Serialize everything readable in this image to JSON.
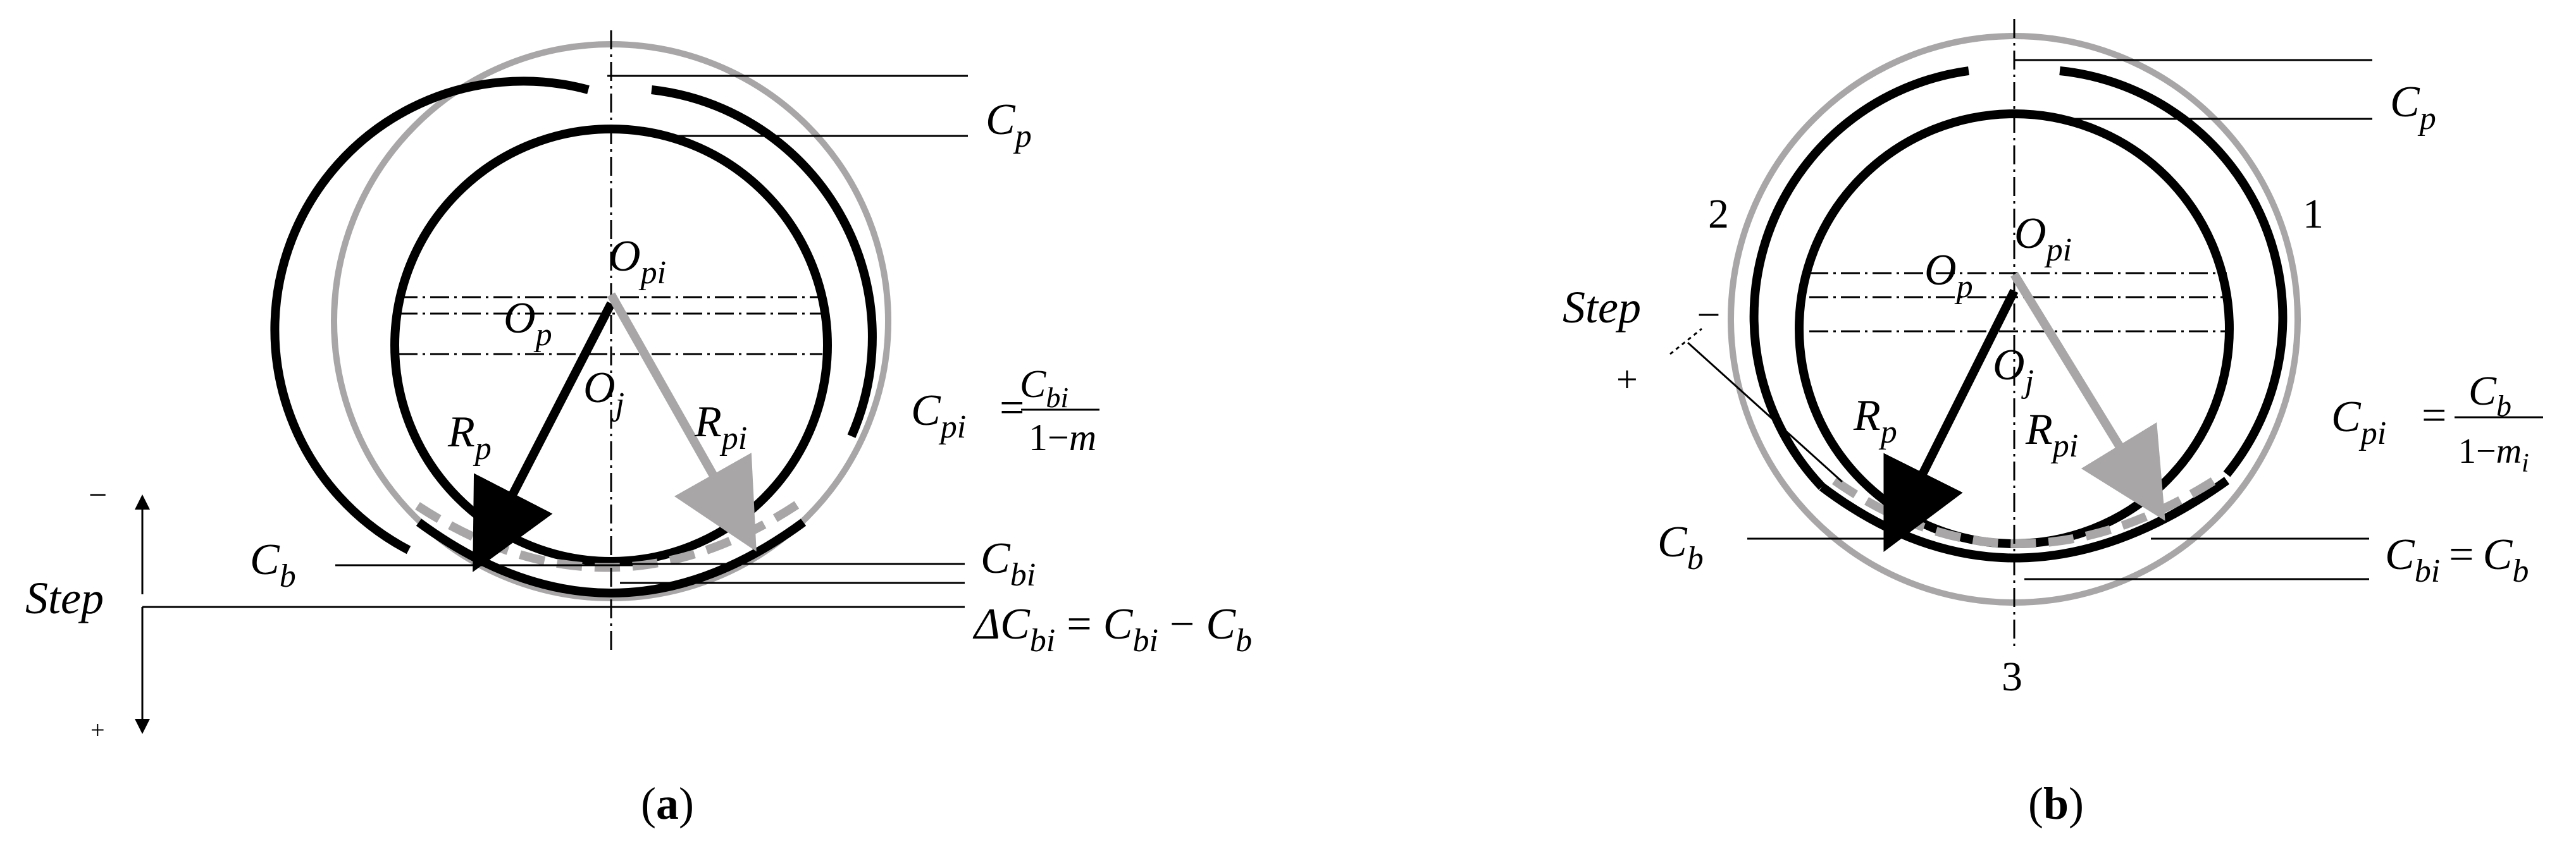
{
  "colors": {
    "black": "#000000",
    "gray": "#a8a6a6",
    "thin": "#222222"
  },
  "panel_a": {
    "caption_open": "(",
    "caption_letter": "a",
    "caption_close": ")",
    "cp": {
      "base": "C",
      "sub": "p"
    },
    "opi": {
      "base": "O",
      "sub": "pi"
    },
    "op": {
      "base": "O",
      "sub": "p"
    },
    "oj": {
      "base": "O",
      "sub": "j"
    },
    "rp": {
      "base": "R",
      "sub": "p"
    },
    "rpi": {
      "base": "R",
      "sub": "pi"
    },
    "cpi_formula": {
      "lhs_base": "C",
      "lhs_sub": "pi",
      "eq": "=",
      "num_base": "C",
      "num_sub": "bi",
      "den_one": "1",
      "den_minus": "−",
      "den_m": "m"
    },
    "cb": {
      "base": "C",
      "sub": "b"
    },
    "cbi": {
      "base": "C",
      "sub": "bi"
    },
    "delta_formula": {
      "delta": "Δ",
      "base1": "C",
      "sub1": "bi",
      "eq": "=",
      "base2": "C",
      "sub2": "bi",
      "minus": "−",
      "base3": "C",
      "sub3": "b"
    },
    "step": "Step",
    "minus": "−",
    "plus": "+"
  },
  "panel_b": {
    "caption_open": "(",
    "caption_letter": "b",
    "caption_close": ")",
    "cp": {
      "base": "C",
      "sub": "p"
    },
    "opi": {
      "base": "O",
      "sub": "pi"
    },
    "op": {
      "base": "O",
      "sub": "p"
    },
    "oj": {
      "base": "O",
      "sub": "j"
    },
    "rp": {
      "base": "R",
      "sub": "p"
    },
    "rpi": {
      "base": "R",
      "sub": "pi"
    },
    "cpi_formula": {
      "lhs_base": "C",
      "lhs_sub": "pi",
      "eq": "=",
      "num_base": "C",
      "num_sub": "b",
      "den_one": "1",
      "den_minus": "−",
      "den_m": "m",
      "den_sub": "i"
    },
    "cb": {
      "base": "C",
      "sub": "b"
    },
    "cbi_eq": {
      "base1": "C",
      "sub1": "bi",
      "eq": "=",
      "base2": "C",
      "sub2": "b"
    },
    "step": "Step",
    "minus": "–",
    "plus": "+",
    "num1": "1",
    "num2": "2",
    "num3": "3"
  }
}
